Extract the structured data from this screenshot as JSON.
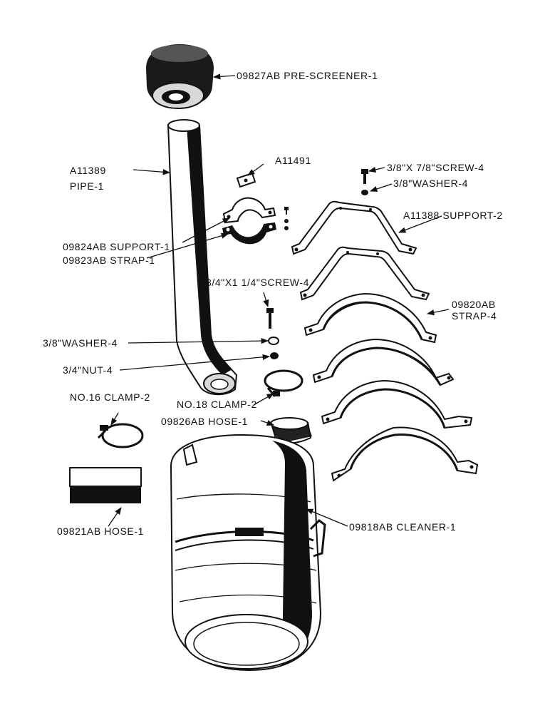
{
  "parts": {
    "pre_screener": "09827AB PRE-SCREENER-1",
    "pipe_number": "A11389",
    "pipe_name": "PIPE-1",
    "small_bracket": "A11491",
    "screen_3_8": "3/8\"X 7/8\"SCREW-4",
    "washer_3_8_top": "3/8\"WASHER-4",
    "support_a11388": "A11388   SUPPORT-2",
    "support_09824ab": "09824AB SUPPORT-1",
    "strap_09823ab": "09823AB STRAP-1",
    "screw_3_4": "3/4\"X1 1/4\"SCREW-4",
    "strap_09820ab_number": "09820AB",
    "strap_09820ab_name": "STRAP-4",
    "washer_3_8_left": "3/8\"WASHER-4",
    "nut_3_4": "3/4\"NUT-4",
    "clamp_no16": "NO.16 CLAMP-2",
    "clamp_no18": "NO.18 CLAMP-2",
    "hose_09826ab": "09826AB HOSE-1",
    "hose_09821ab": "09821AB HOSE-1",
    "cleaner": "09818AB CLEANER-1"
  }
}
